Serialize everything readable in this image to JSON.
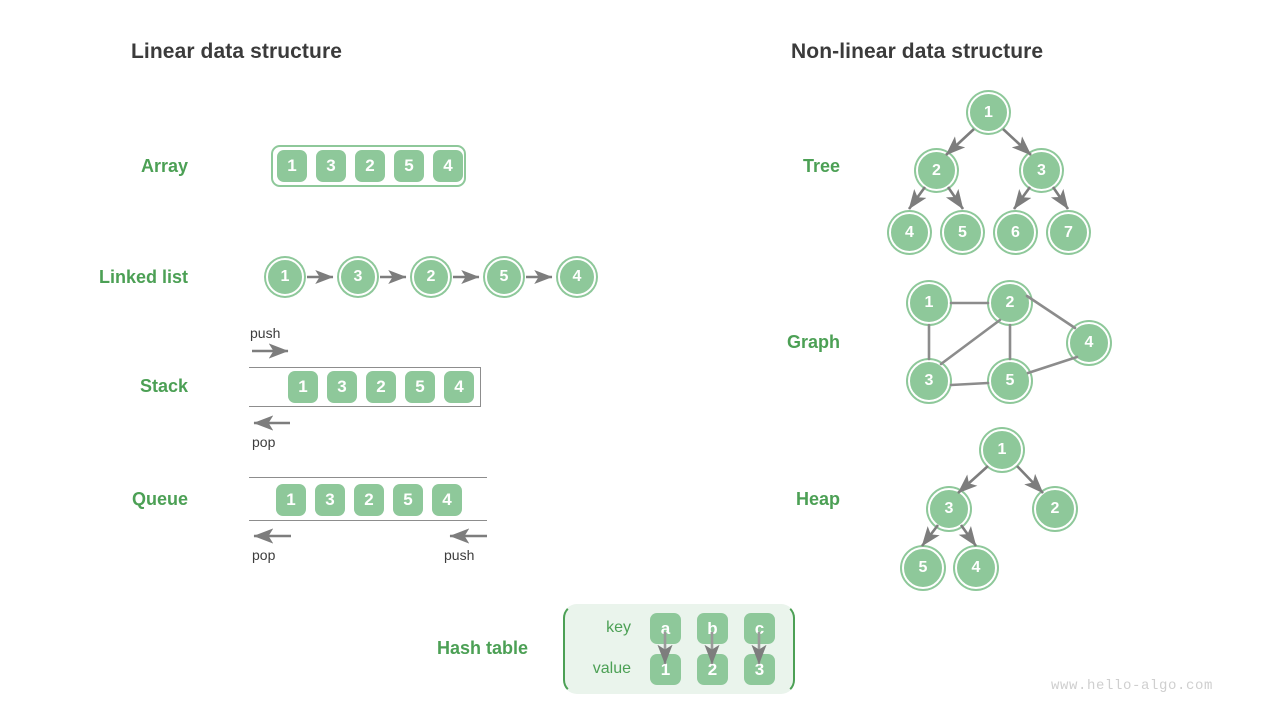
{
  "headings": {
    "linear": "Linear data structure",
    "nonlinear": "Non-linear data structure"
  },
  "colors": {
    "green_fill": "#8ec89a",
    "green_label": "#4ca055",
    "heading": "#3b3b3b",
    "arrow_gray": "#7d7d7d",
    "frame_gray": "#8d8d8d",
    "panel_bg": "#eaf4ec",
    "watermark": "#cfcfcf",
    "node_text": "#ffffff"
  },
  "linear": {
    "array": {
      "label": "Array",
      "values": [
        "1",
        "3",
        "2",
        "5",
        "4"
      ]
    },
    "linked_list": {
      "label": "Linked list",
      "values": [
        "1",
        "3",
        "2",
        "5",
        "4"
      ]
    },
    "stack": {
      "label": "Stack",
      "values": [
        "1",
        "3",
        "2",
        "5",
        "4"
      ],
      "push_label": "push",
      "pop_label": "pop"
    },
    "queue": {
      "label": "Queue",
      "values": [
        "1",
        "3",
        "2",
        "5",
        "4"
      ],
      "pop_label": "pop",
      "push_label": "push"
    },
    "hash_table": {
      "label": "Hash table",
      "key_label": "key",
      "value_label": "value",
      "keys": [
        "a",
        "b",
        "c"
      ],
      "values": [
        "1",
        "2",
        "3"
      ]
    }
  },
  "nonlinear": {
    "tree": {
      "label": "Tree",
      "nodes": [
        "1",
        "2",
        "3",
        "4",
        "5",
        "6",
        "7"
      ]
    },
    "graph": {
      "label": "Graph",
      "nodes": [
        "1",
        "2",
        "3",
        "4",
        "5"
      ],
      "edges": [
        "1-2",
        "1-3",
        "2-3",
        "2-5",
        "2-4",
        "3-5",
        "5-4"
      ]
    },
    "heap": {
      "label": "Heap",
      "nodes": [
        "1",
        "3",
        "2",
        "5",
        "4"
      ]
    }
  },
  "watermark": "www.hello-algo.com"
}
